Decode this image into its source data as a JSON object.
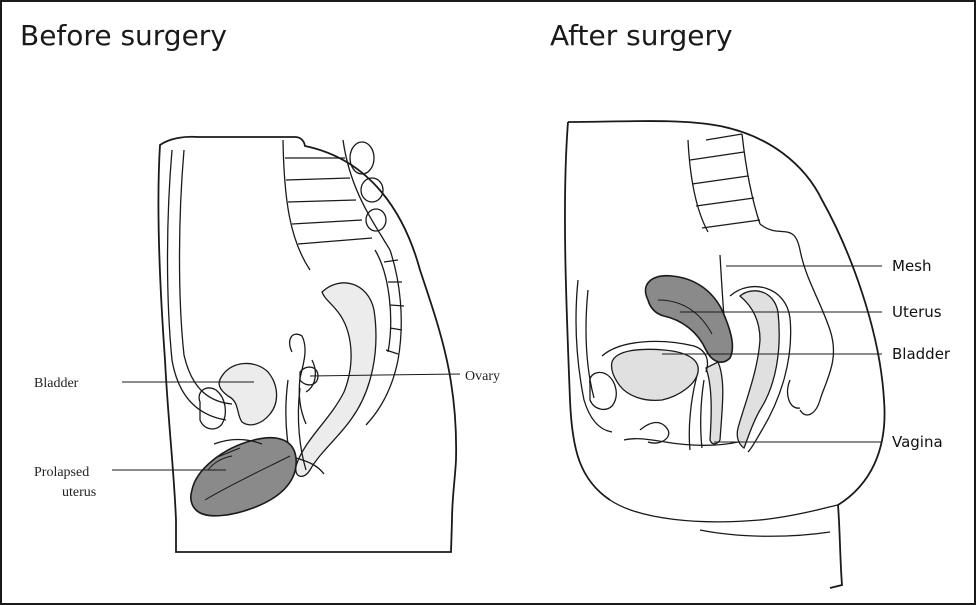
{
  "panels": {
    "before": {
      "title": "Before surgery",
      "labels": {
        "bladder": "Bladder",
        "ovary": "Ovary",
        "prolapsed_1": "Prolapsed",
        "prolapsed_2": "uterus"
      }
    },
    "after": {
      "title": "After surgery",
      "labels": {
        "mesh": "Mesh",
        "uterus": "Uterus",
        "bladder": "Bladder",
        "vagina": "Vagina"
      }
    }
  },
  "colors": {
    "uterus_fill": "#8a8a8a",
    "organ_fill": "#e0e0e0",
    "stipple_fill": "#ececec",
    "outline": "#1a1a1a"
  }
}
